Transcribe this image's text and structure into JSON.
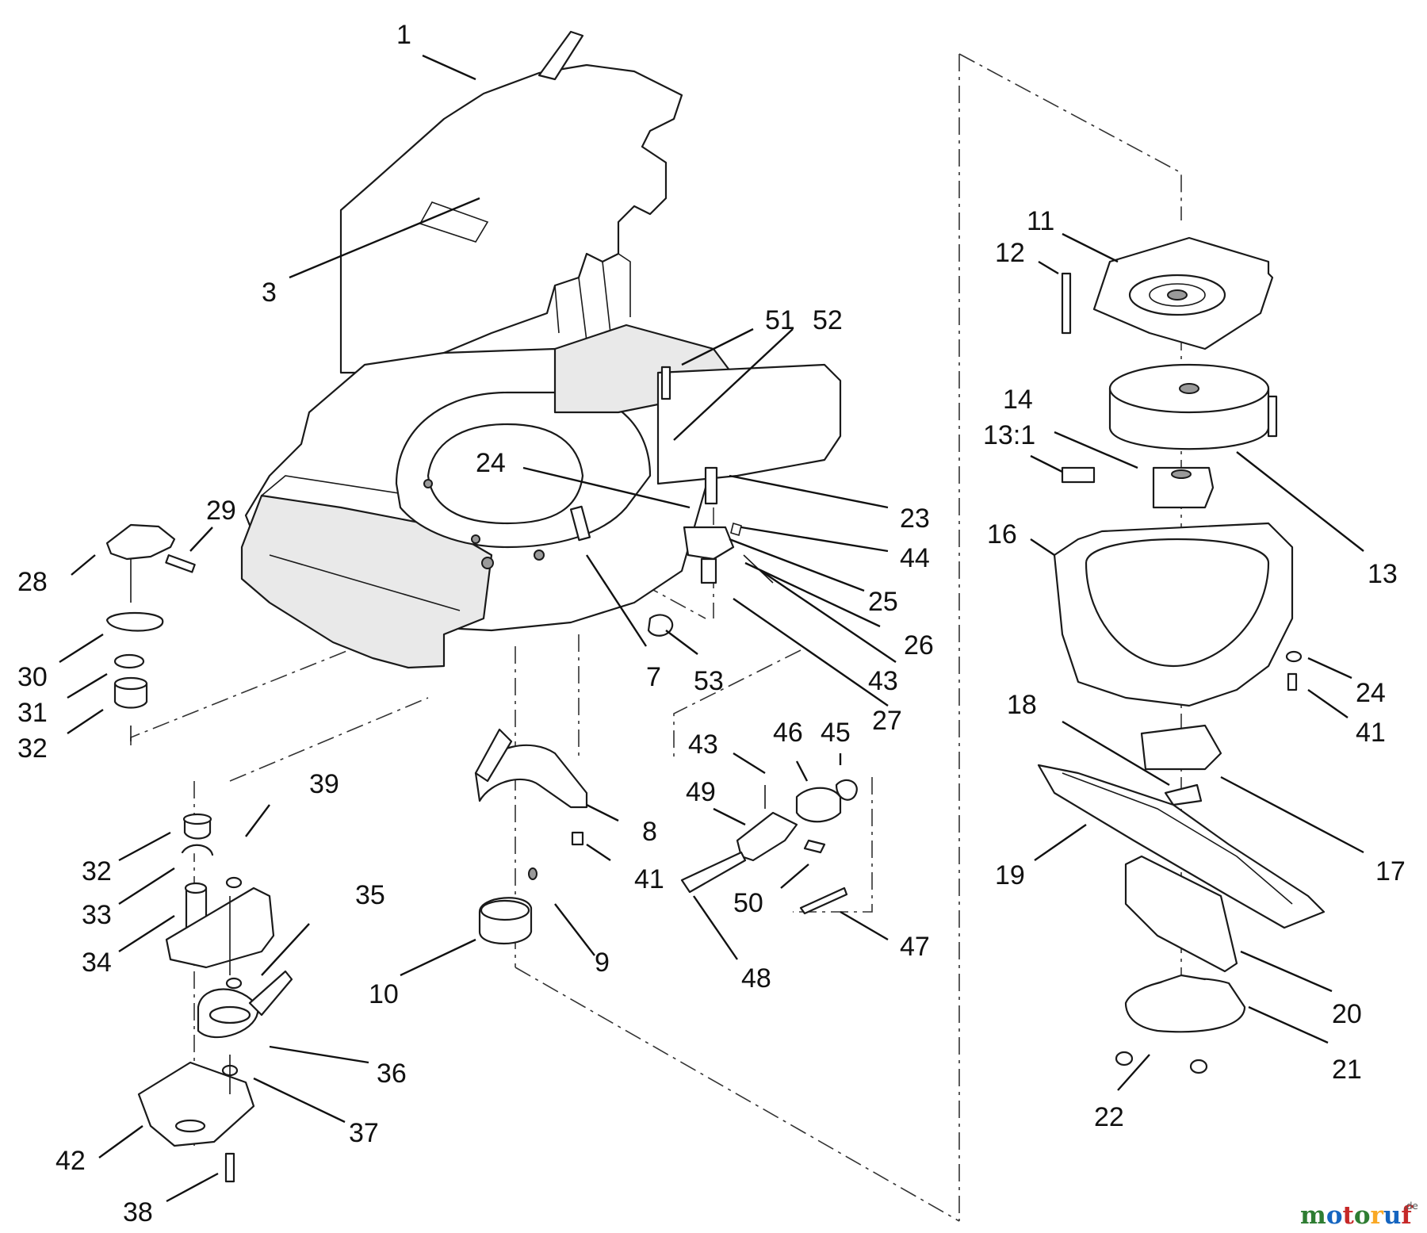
{
  "callouts": {
    "c1": "1",
    "c3": "3",
    "c51": "51",
    "c52": "52",
    "c24a": "24",
    "c23": "23",
    "c29": "29",
    "c28": "28",
    "c44": "44",
    "c25": "25",
    "c26": "26",
    "c30": "30",
    "c31": "31",
    "c32a": "32",
    "c7": "7",
    "c53": "53",
    "c43a": "43",
    "c27": "27",
    "c43b": "43",
    "c46": "46",
    "c45": "45",
    "c49": "49",
    "c39": "39",
    "c8": "8",
    "c32b": "32",
    "c41a": "41",
    "c33": "33",
    "c35": "35",
    "c50": "50",
    "c47": "47",
    "c34": "34",
    "c9": "9",
    "c48": "48",
    "c10": "10",
    "c36": "36",
    "c37": "37",
    "c42": "42",
    "c38": "38",
    "c11": "11",
    "c12": "12",
    "c14": "14",
    "c13_1": "13:1",
    "c13": "13",
    "c16": "16",
    "c24b": "24",
    "c41b": "41",
    "c18": "18",
    "c17": "17",
    "c19": "19",
    "c20": "20",
    "c21": "21",
    "c22": "22"
  },
  "watermark": {
    "name": "motoruf",
    "tld": ".de",
    "letter_colors": [
      "#2e7d32",
      "#1565c0",
      "#c62828",
      "#2e7d32",
      "#f9a825",
      "#1565c0",
      "#c62828"
    ]
  }
}
